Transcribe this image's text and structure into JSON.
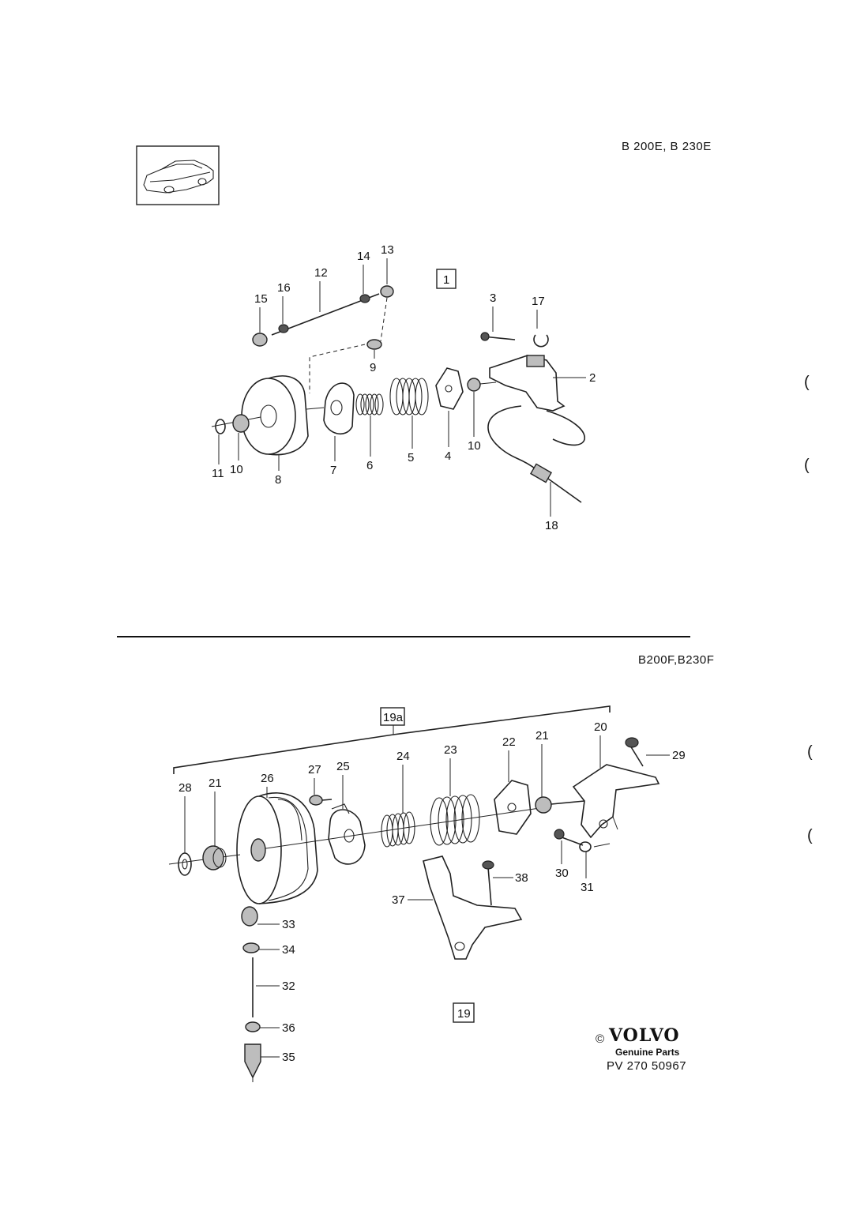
{
  "header_top": "B 200E, B 230E",
  "header_bottom": "B200F,B230F",
  "group_box_top": "1",
  "group_box_bottom_a": "19a",
  "group_box_bottom": "19",
  "margin_marks": [
    "(",
    "(",
    "(",
    "("
  ],
  "top_labels": {
    "p2": "2",
    "p3": "3",
    "p4": "4",
    "p5": "5",
    "p6": "6",
    "p7": "7",
    "p8": "8",
    "p9": "9",
    "p10a": "10",
    "p10b": "10",
    "p11": "11",
    "p12": "12",
    "p13": "13",
    "p14": "14",
    "p15": "15",
    "p16": "16",
    "p17": "17",
    "p18": "18"
  },
  "bottom_labels": {
    "p20": "20",
    "p21a": "21",
    "p21b": "21",
    "p22": "22",
    "p23": "23",
    "p24": "24",
    "p25": "25",
    "p26": "26",
    "p27": "27",
    "p28": "28",
    "p29": "29",
    "p30": "30",
    "p31": "31",
    "p32": "32",
    "p33": "33",
    "p34": "34",
    "p35": "35",
    "p36": "36",
    "p37": "37",
    "p38": "38"
  },
  "brand": {
    "copyright": "©",
    "name": "VOLVO",
    "tagline": "Genuine Parts",
    "code": "PV 270 50967"
  }
}
